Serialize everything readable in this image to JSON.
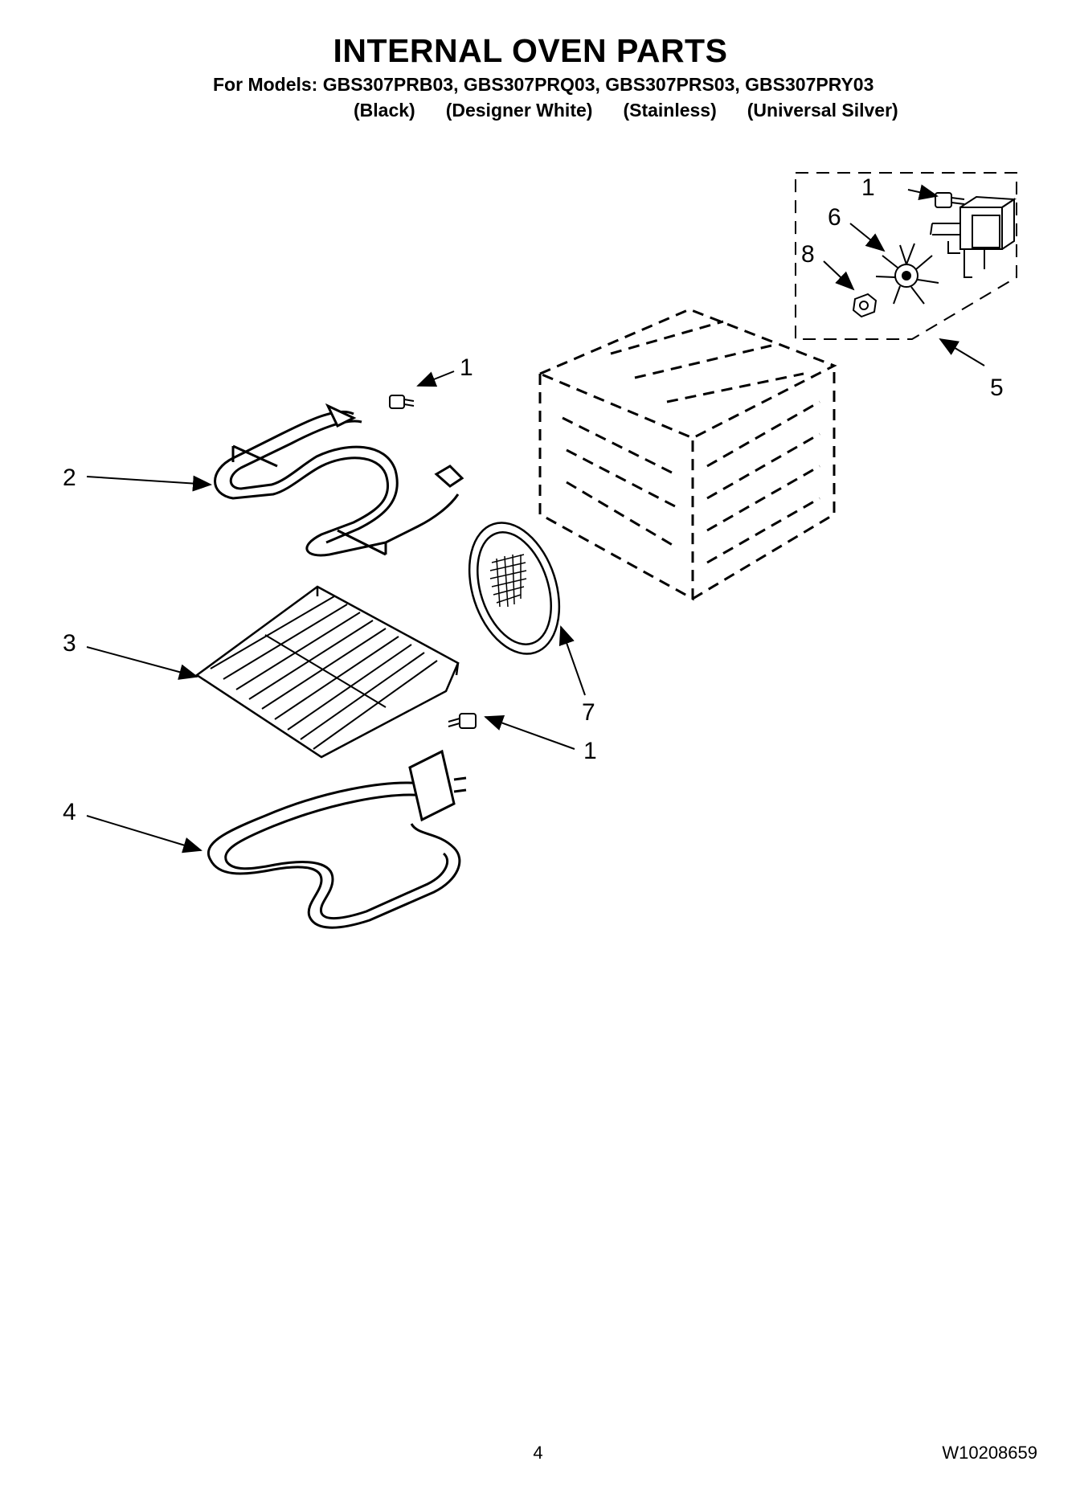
{
  "header": {
    "title": "INTERNAL OVEN PARTS",
    "models_line": "For Models: GBS307PRB03, GBS307PRQ03, GBS307PRS03, GBS307PRY03",
    "variants": [
      "(Black)",
      "(Designer White)",
      "(Stainless)",
      "(Universal Silver)"
    ]
  },
  "callouts": {
    "c1_top_right": "1",
    "c6": "6",
    "c8": "8",
    "c5": "5",
    "c1_top_left": "1",
    "c2": "2",
    "c3": "3",
    "c7": "7",
    "c1_bottom": "1",
    "c4": "4"
  },
  "footer": {
    "page_number": "4",
    "document_number": "W10208659"
  }
}
